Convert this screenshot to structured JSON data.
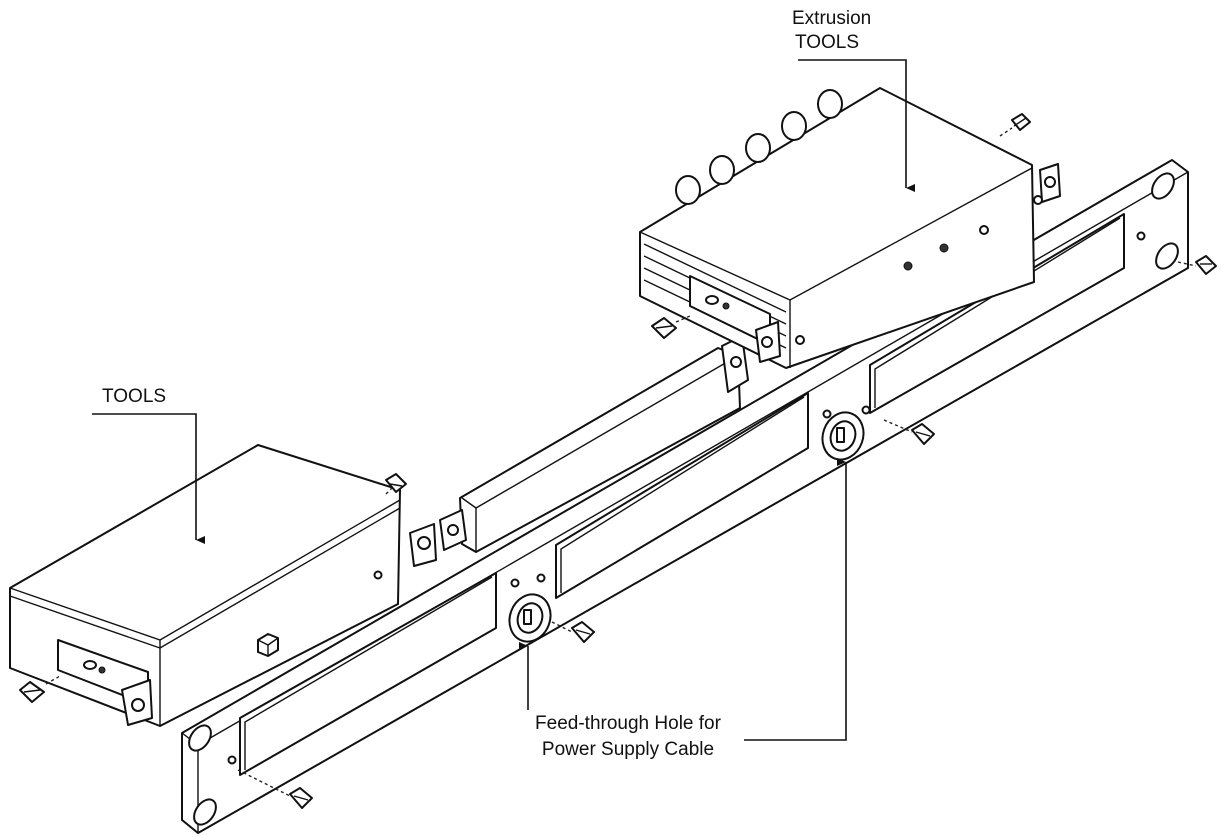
{
  "labels": {
    "extrusion_line1": "Extrusion",
    "extrusion_line2": "TOOLS",
    "tools": "TOOLS",
    "feedthrough_line1": "Feed-through Hole for",
    "feedthrough_line2": "Power Supply Cable"
  },
  "colors": {
    "line": "#111111",
    "background": "#ffffff"
  }
}
